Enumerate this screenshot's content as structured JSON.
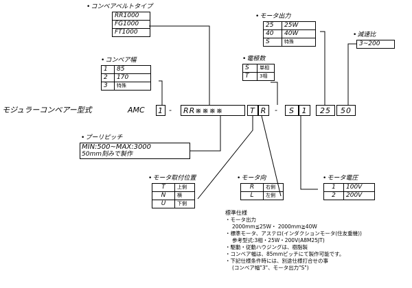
{
  "conveyor_belt_type": {
    "label": "コンベアベルトタイプ",
    "options": [
      "RR1000",
      "FG1000",
      "FT1000"
    ]
  },
  "conveyor_width": {
    "label": "コンベア幅",
    "rows": [
      [
        "1",
        "85"
      ],
      [
        "2",
        "170"
      ],
      [
        "3",
        "特殊"
      ]
    ]
  },
  "motor_output": {
    "label": "モータ出力",
    "rows": [
      [
        "25",
        "25W"
      ],
      [
        "40",
        "40W"
      ],
      [
        "S",
        "特殊"
      ]
    ]
  },
  "reduction_ratio": {
    "label": "減速比",
    "value": "3~200"
  },
  "power_phase": {
    "label": "電極数",
    "rows": [
      [
        "S",
        "単相"
      ],
      [
        "T",
        "3相"
      ]
    ]
  },
  "model_code": {
    "title": "モジュラーコンベアー型式",
    "prefix": "AMC",
    "width_code": "1",
    "dash1": "-",
    "belt_code": "RR※※※※",
    "mount_code": "T",
    "direction_code": "R",
    "dash2": "-",
    "phase_code": "S",
    "voltage_code": "1",
    "output_code": "25",
    "ratio_code": "50"
  },
  "pulley_pitch": {
    "label": "プーリピッチ",
    "line1": "MIN:500~MAX:3000",
    "line2": "50mm刻みで製作"
  },
  "motor_mount_position": {
    "label": "モータ取付位置",
    "rows": [
      [
        "T",
        "上側"
      ],
      [
        "N",
        "横"
      ],
      [
        "U",
        "下側"
      ]
    ]
  },
  "motor_direction": {
    "label": "モータ向",
    "rows": [
      [
        "R",
        "右側"
      ],
      [
        "L",
        "左側"
      ]
    ]
  },
  "motor_voltage": {
    "label": "モータ電圧",
    "rows": [
      [
        "1",
        "100V"
      ],
      [
        "2",
        "200V"
      ]
    ]
  },
  "standard_spec": {
    "heading": "標準仕様",
    "lines": [
      "・モータ出力",
      "  2000mm≦25W・ 2000mm≧40W",
      "・標準モータ、アステロ(インダクションモータ(住友重機))",
      "  参考型式:3相・25W・200V(A8M25JT)",
      "・駆動・従動ハウジングは、樹脂製",
      "・コンベア幅は、85mmピッチにて製作可能です。",
      "・下記仕様条件時には、別途仕様打合せの事",
      "  (コンベア幅\"3\"、モータ出力\"S\")"
    ]
  },
  "icons": {
    "bullet": "bullet-dot"
  }
}
